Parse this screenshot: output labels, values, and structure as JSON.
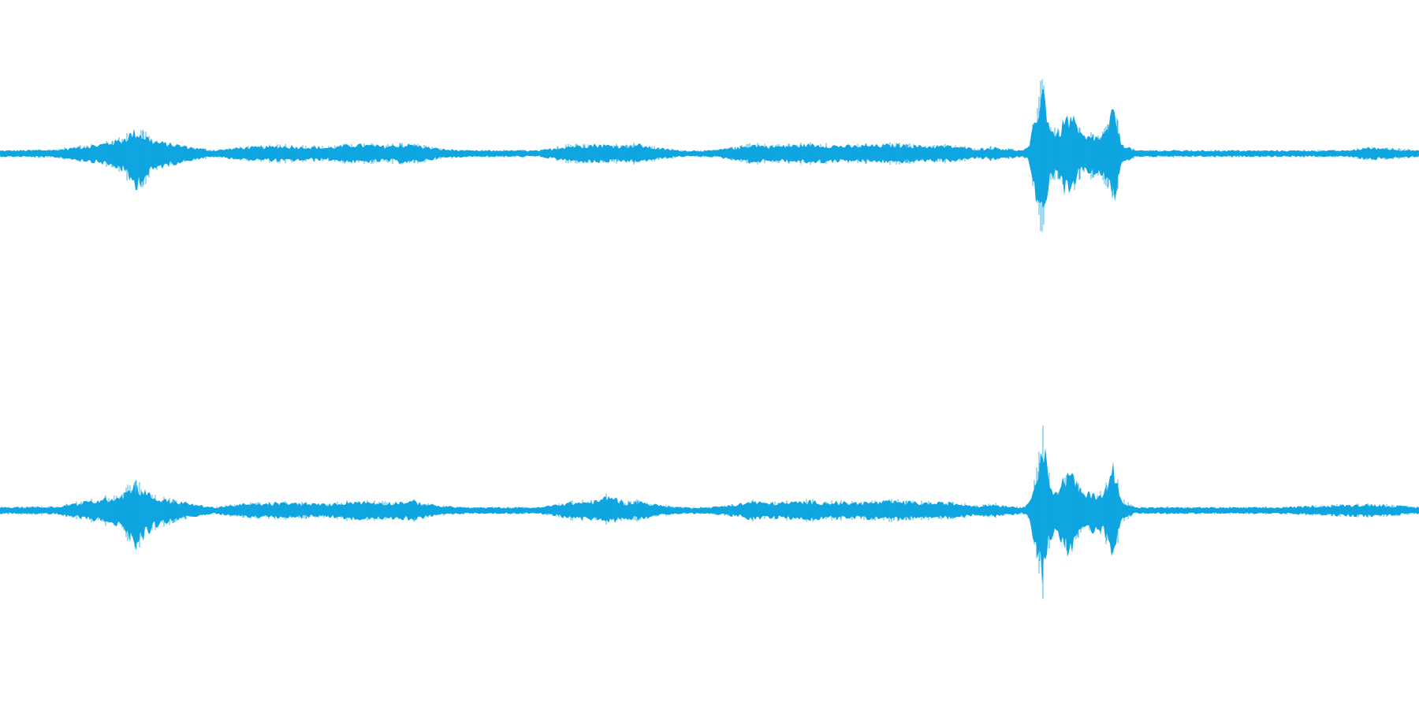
{
  "chart_data": {
    "type": "area",
    "title": "",
    "xlabel": "",
    "ylabel": "",
    "channels": [
      {
        "name": "",
        "center": 0,
        "ylim": [
          -1,
          1
        ],
        "envelope": {
          "x": [
            0.0,
            0.04,
            0.07,
            0.085,
            0.095,
            0.11,
            0.13,
            0.15,
            0.17,
            0.2,
            0.23,
            0.25,
            0.27,
            0.29,
            0.31,
            0.33,
            0.36,
            0.38,
            0.4,
            0.42,
            0.44,
            0.45,
            0.46,
            0.48,
            0.5,
            0.52,
            0.53,
            0.54,
            0.55,
            0.57,
            0.6,
            0.63,
            0.65,
            0.67,
            0.69,
            0.7,
            0.71,
            0.72,
            0.725,
            0.73,
            0.735,
            0.74,
            0.745,
            0.75,
            0.755,
            0.76,
            0.765,
            0.77,
            0.775,
            0.78,
            0.785,
            0.79,
            0.8,
            0.85,
            0.9,
            0.95,
            0.965,
            1.0
          ],
          "upper": [
            0.02,
            0.025,
            0.06,
            0.09,
            0.15,
            0.08,
            0.05,
            0.02,
            0.04,
            0.05,
            0.04,
            0.06,
            0.05,
            0.06,
            0.03,
            0.02,
            0.02,
            0.02,
            0.05,
            0.06,
            0.05,
            0.06,
            0.04,
            0.02,
            0.02,
            0.04,
            0.06,
            0.05,
            0.05,
            0.06,
            0.05,
            0.06,
            0.05,
            0.05,
            0.03,
            0.04,
            0.03,
            0.02,
            0.04,
            0.25,
            0.45,
            0.18,
            0.12,
            0.22,
            0.25,
            0.15,
            0.1,
            0.12,
            0.1,
            0.15,
            0.3,
            0.07,
            0.02,
            0.02,
            0.02,
            0.02,
            0.04,
            0.02
          ],
          "lower": [
            -0.02,
            -0.025,
            -0.06,
            -0.1,
            -0.22,
            -0.1,
            -0.05,
            -0.02,
            -0.04,
            -0.05,
            -0.04,
            -0.06,
            -0.05,
            -0.06,
            -0.03,
            -0.02,
            -0.02,
            -0.02,
            -0.05,
            -0.06,
            -0.05,
            -0.06,
            -0.04,
            -0.02,
            -0.02,
            -0.04,
            -0.06,
            -0.05,
            -0.05,
            -0.06,
            -0.05,
            -0.06,
            -0.05,
            -0.05,
            -0.03,
            -0.04,
            -0.03,
            -0.02,
            -0.04,
            -0.28,
            -0.47,
            -0.18,
            -0.12,
            -0.25,
            -0.28,
            -0.15,
            -0.1,
            -0.15,
            -0.12,
            -0.18,
            -0.32,
            -0.07,
            -0.02,
            -0.02,
            -0.02,
            -0.02,
            -0.04,
            -0.02
          ]
        }
      },
      {
        "name": "",
        "center": 0,
        "ylim": [
          -1,
          1
        ],
        "envelope": {
          "x": [
            0.0,
            0.04,
            0.07,
            0.085,
            0.095,
            0.11,
            0.13,
            0.15,
            0.17,
            0.2,
            0.23,
            0.25,
            0.27,
            0.29,
            0.31,
            0.33,
            0.36,
            0.38,
            0.4,
            0.42,
            0.43,
            0.44,
            0.45,
            0.46,
            0.48,
            0.5,
            0.52,
            0.53,
            0.54,
            0.55,
            0.57,
            0.6,
            0.63,
            0.65,
            0.67,
            0.69,
            0.7,
            0.71,
            0.72,
            0.725,
            0.73,
            0.735,
            0.74,
            0.745,
            0.75,
            0.755,
            0.76,
            0.765,
            0.77,
            0.775,
            0.78,
            0.785,
            0.79,
            0.8,
            0.85,
            0.9,
            0.965,
            1.0
          ],
          "upper": [
            0.02,
            0.025,
            0.07,
            0.1,
            0.17,
            0.08,
            0.05,
            0.02,
            0.04,
            0.05,
            0.04,
            0.06,
            0.05,
            0.06,
            0.03,
            0.02,
            0.02,
            0.02,
            0.05,
            0.06,
            0.1,
            0.05,
            0.06,
            0.04,
            0.02,
            0.02,
            0.04,
            0.06,
            0.05,
            0.05,
            0.06,
            0.05,
            0.06,
            0.05,
            0.05,
            0.03,
            0.04,
            0.03,
            0.02,
            0.04,
            0.25,
            0.45,
            0.18,
            0.12,
            0.22,
            0.25,
            0.15,
            0.1,
            0.12,
            0.1,
            0.15,
            0.3,
            0.07,
            0.02,
            0.02,
            0.02,
            0.04,
            0.02
          ],
          "lower": [
            -0.02,
            -0.025,
            -0.07,
            -0.1,
            -0.22,
            -0.1,
            -0.05,
            -0.02,
            -0.04,
            -0.05,
            -0.04,
            -0.06,
            -0.05,
            -0.06,
            -0.03,
            -0.02,
            -0.02,
            -0.02,
            -0.05,
            -0.06,
            -0.08,
            -0.05,
            -0.06,
            -0.04,
            -0.02,
            -0.02,
            -0.04,
            -0.06,
            -0.05,
            -0.05,
            -0.06,
            -0.05,
            -0.06,
            -0.05,
            -0.05,
            -0.03,
            -0.04,
            -0.03,
            -0.02,
            -0.04,
            -0.28,
            -0.47,
            -0.18,
            -0.12,
            -0.25,
            -0.28,
            -0.15,
            -0.1,
            -0.15,
            -0.12,
            -0.18,
            -0.32,
            -0.07,
            -0.02,
            -0.02,
            -0.02,
            -0.04,
            -0.02
          ]
        }
      }
    ],
    "grid": false,
    "legend": "none",
    "colors": {
      "waveform": "#0ea5e0",
      "background": "#ffffff"
    }
  }
}
